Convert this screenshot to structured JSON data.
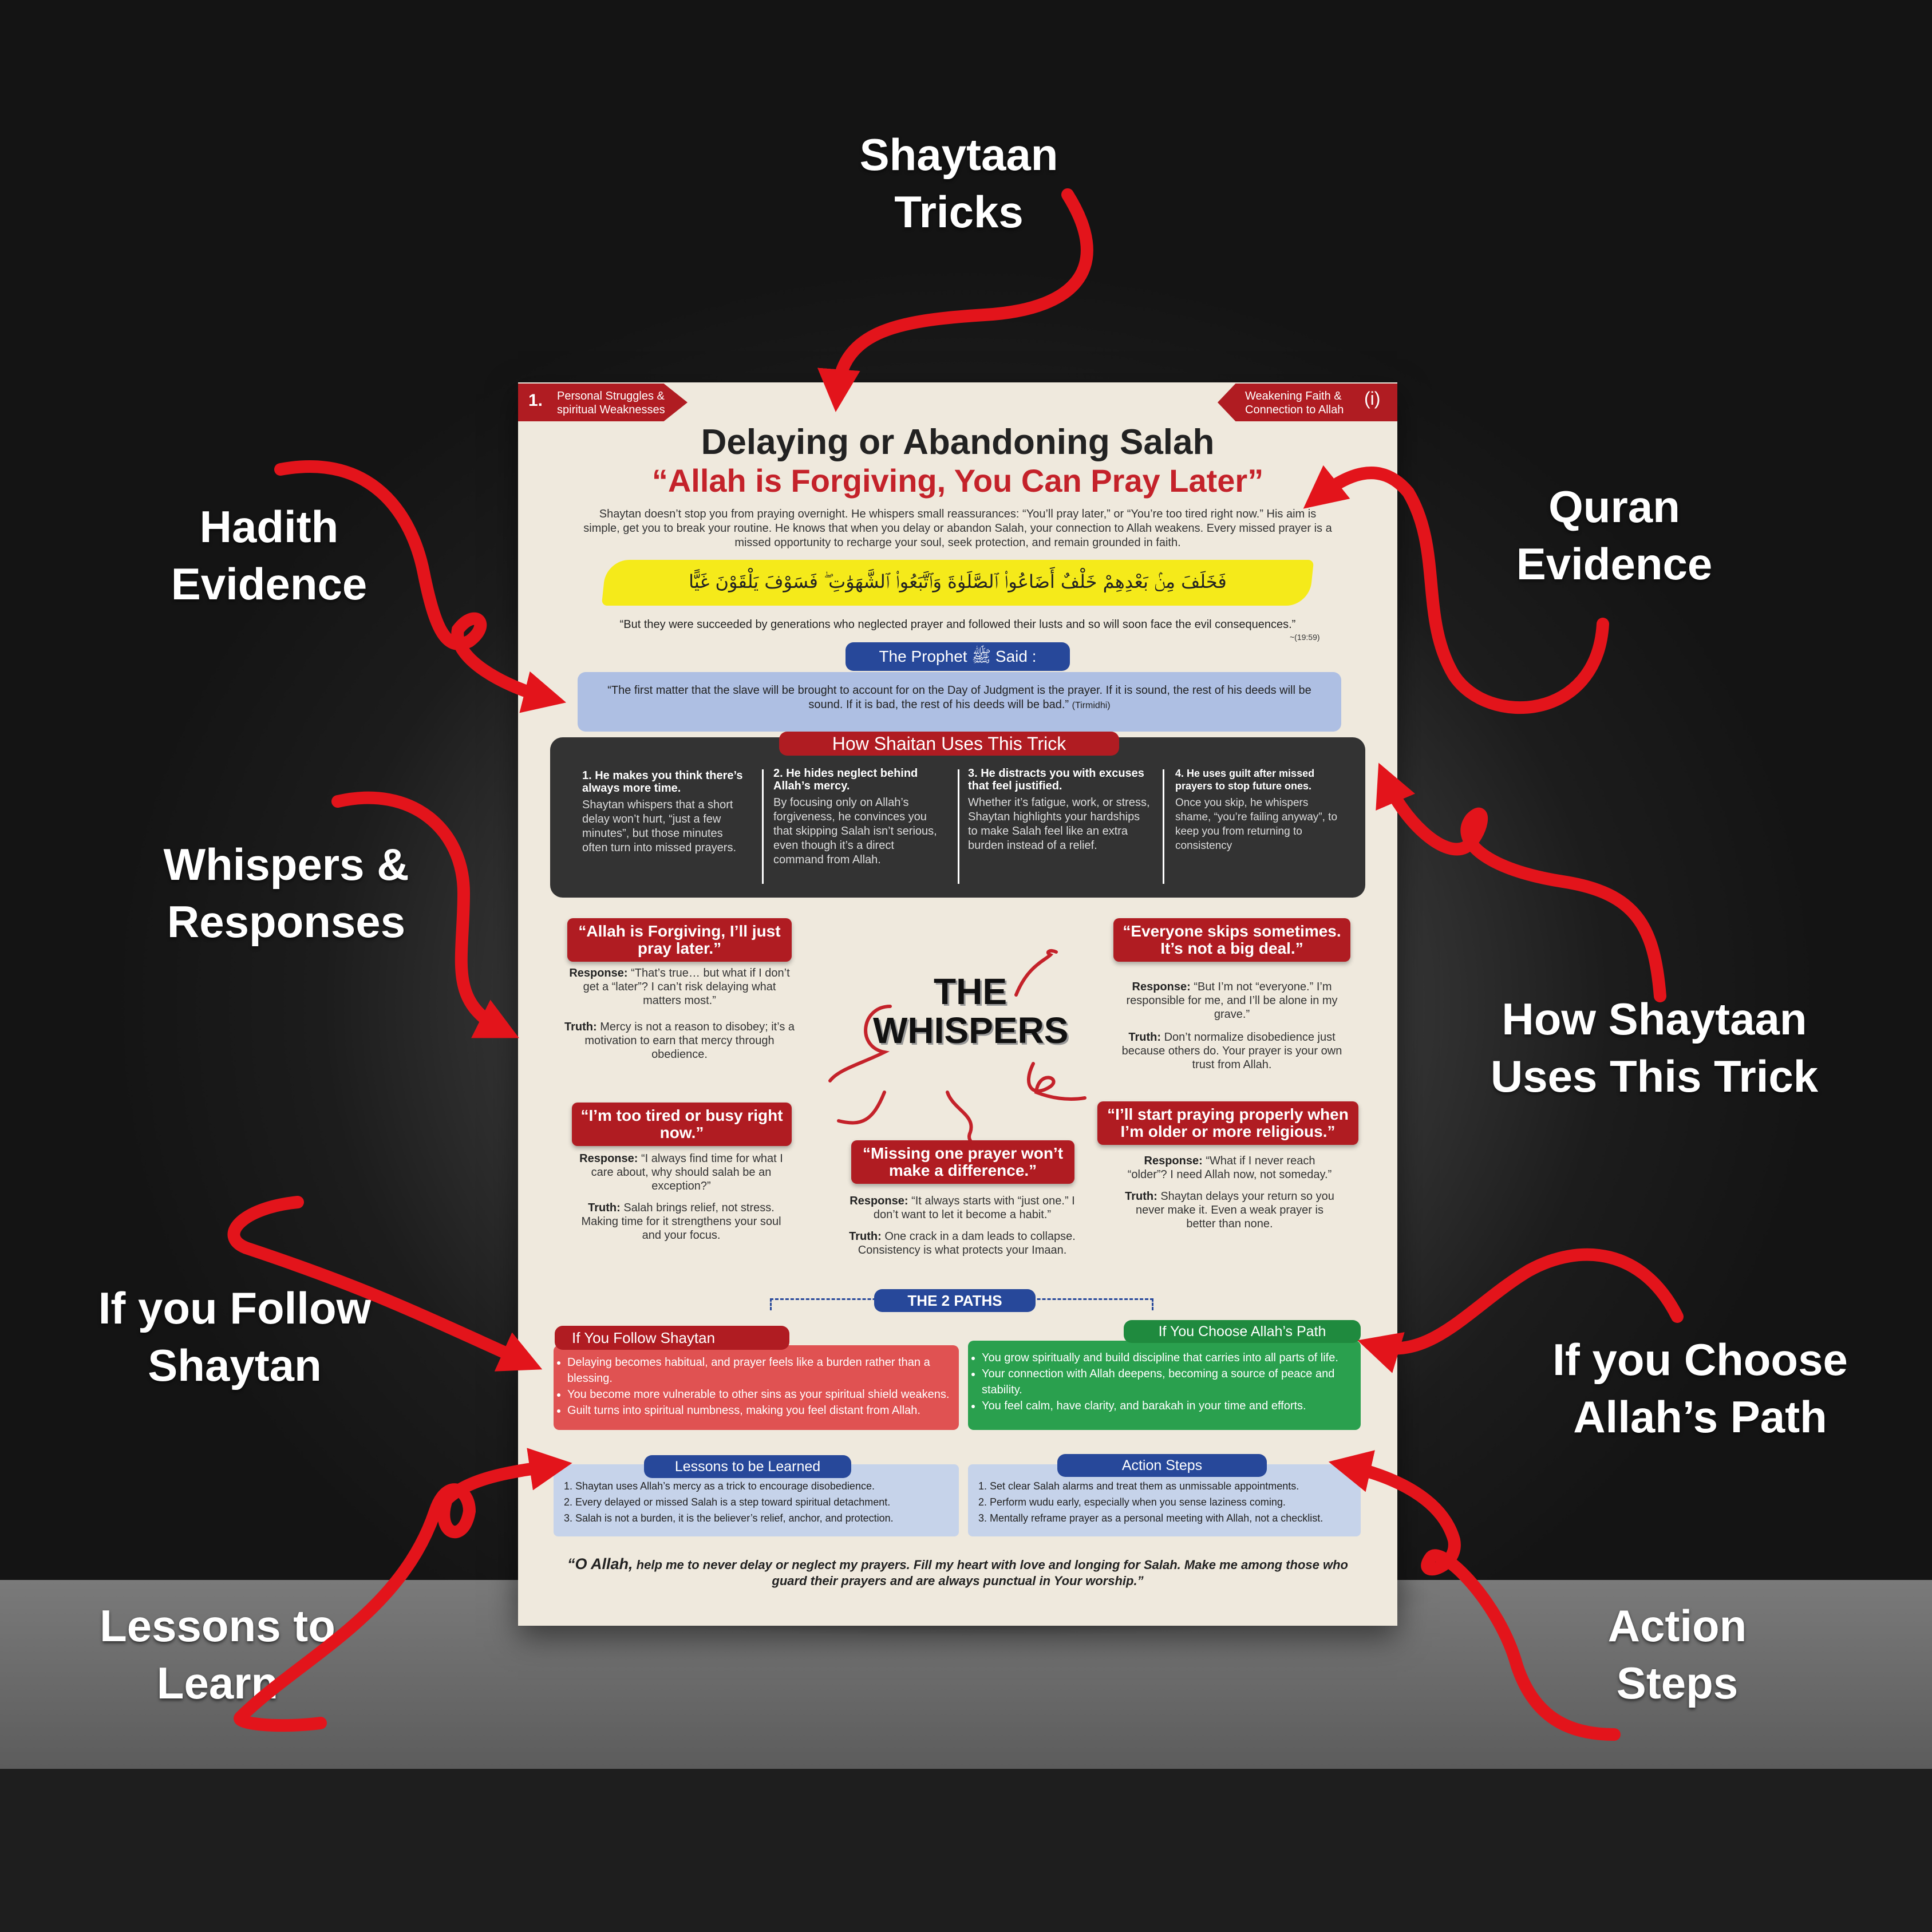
{
  "callouts": {
    "shaytaan_tricks": [
      "Shaytaan",
      "Tricks"
    ],
    "hadith": [
      "Hadith",
      "Evidence"
    ],
    "quran": [
      "Quran",
      "Evidence"
    ],
    "whispers": [
      "Whispers &",
      "Responses"
    ],
    "how": [
      "How Shaytaan",
      "Uses This Trick"
    ],
    "follow": [
      "If you Follow",
      "Shaytan"
    ],
    "choose": [
      "If you Choose",
      "Allah’s Path"
    ],
    "lessons": [
      "Lessons to",
      "Learn"
    ],
    "action": [
      "Action",
      "Steps"
    ]
  },
  "colors": {
    "arrow": "#e3141b",
    "red": "#b01c22",
    "blue": "#27489a",
    "green": "#2aa04e",
    "dark": "#333333"
  },
  "poster": {
    "left_tag": {
      "number": "1.",
      "text": [
        "Personal Struggles &",
        "spiritual Weaknesses"
      ]
    },
    "right_tag": {
      "text": [
        "Weakening Faith &",
        "Connection to Allah"
      ],
      "badge": "(i)"
    },
    "title": "Delaying or Abandoning Salah",
    "subtitle": "“Allah is Forgiving, You Can Pray Later”",
    "intro": "Shaytan doesn’t stop you from praying overnight. He whispers small reassurances: “You’ll pray later,” or “You’re too tired right now.” His aim is simple, get you to break your routine. He knows that when you delay or abandon Salah, your connection to Allah weakens. Every missed prayer is a missed opportunity to recharge your soul, seek protection, and remain grounded in faith.",
    "arabic": "فَخَلَفَ مِنۢ بَعْدِهِمْ خَلْفٌ أَضَاعُوا۟ ٱلصَّلَوٰةَ وَٱتَّبَعُوا۟ ٱلشَّهَوَٰتِ ۖ فَسَوْفَ يَلْقَوْنَ غَيًّا",
    "translation": "“But they were succeeded by generations who neglected prayer and followed their lusts and so will soon face the evil consequences.”",
    "verse_ref": "~(19:59)",
    "prophet_header": "The Prophet ﷺ Said :",
    "hadith": "“The first matter that the slave will be brought to account for on the Day of Judgment is the prayer. If it is sound, the rest of his deeds will be sound. If it is bad, the rest of his deeds will be bad.”",
    "hadith_ref": "(Tirmidhi)",
    "trick_header": "How Shaitan Uses This Trick",
    "tricks": [
      {
        "title": "1.  He makes you think there’s always more time.",
        "text": "Shaytan whispers that a short delay won’t hurt, “just a few minutes”, but those minutes often turn into missed prayers."
      },
      {
        "title": "2.  He hides neglect behind Allah’s mercy.",
        "text": "By focusing only on Allah’s forgiveness, he convinces you that skipping Salah isn’t serious, even though it’s a direct command from Allah."
      },
      {
        "title": "3.  He distracts you with excuses that feel justified.",
        "text": "Whether it’s fatigue, work, or stress, Shaytan highlights your hardships to make Salah feel like an extra burden instead of a relief."
      },
      {
        "title": "4.  He uses guilt after missed prayers to stop future ones.",
        "text": "Once you skip, he whispers shame, “you’re failing anyway”, to keep you from returning to consistency"
      }
    ],
    "whispers_title": [
      "THE",
      "WHISPERS"
    ],
    "response_label": "Response:",
    "truth_label": "Truth:",
    "whispers": [
      {
        "quote": "“Allah is Forgiving, I’ll just pray later.”",
        "response": "“That’s true… but what if I don’t get a “later”? I can’t risk delaying what matters most.”",
        "truth": "Mercy is not a reason to disobey; it’s a motivation to earn that mercy through obedience."
      },
      {
        "quote": "“Everyone skips sometimes. It’s not a big deal.”",
        "response": "“But I’m not “everyone.” I’m responsible for me, and I’ll be alone in my grave.”",
        "truth": "Don’t normalize disobedience just because others do. Your prayer is your own trust from Allah."
      },
      {
        "quote": "“I’m too tired or busy right now.”",
        "response": "“I always find time for what I care about, why should salah be an exception?”",
        "truth": "Salah brings relief, not stress. Making time for it strengthens your soul and your focus."
      },
      {
        "quote": "“Missing one prayer won’t make a difference.”",
        "response": "“It always starts with “just one.” I don’t want to let it become a habit.”",
        "truth": "One crack in a dam leads to collapse. Consistency is what protects your Imaan."
      },
      {
        "quote": "“I’ll start praying properly when I’m older or more religious.”",
        "response": "“What if I never reach “older”? I need Allah now, not someday.”",
        "truth": "Shaytan delays your return so you never make it. Even a weak prayer is better than none."
      }
    ],
    "paths_header": "THE 2 PATHS",
    "follow_header": "If You Follow Shaytan",
    "follow_items": [
      "Delaying becomes habitual, and prayer feels like a burden rather than a blessing.",
      "You become more vulnerable to other sins as your spiritual shield weakens.",
      "Guilt turns into spiritual numbness, making you feel distant from Allah."
    ],
    "choose_header": "If You Choose Allah’s Path",
    "choose_items": [
      "You grow spiritually and build discipline that carries into all parts of life.",
      "Your connection with Allah deepens, becoming a source of peace and stability.",
      "You feel calm, have clarity, and barakah in your time and efforts."
    ],
    "lessons_header": "Lessons to be Learned",
    "lessons": [
      "Shaytan uses Allah’s mercy as a trick to encourage disobedience.",
      "Every delayed or missed Salah is a step toward spiritual detachment.",
      "Salah is not a burden, it is the believer’s relief, anchor, and protection."
    ],
    "action_header": "Action Steps",
    "actions": [
      "Set clear Salah alarms and treat them as unmissable appointments.",
      "Perform wudu early, especially when you sense laziness coming.",
      "Mentally reframe prayer as a personal meeting with Allah, not a checklist."
    ],
    "dua_lead": "“O Allah,",
    "dua": "help me to never delay or neglect my prayers. Fill my heart with love and longing for Salah. Make me among those who guard their prayers and are always punctual in Your worship.”"
  }
}
